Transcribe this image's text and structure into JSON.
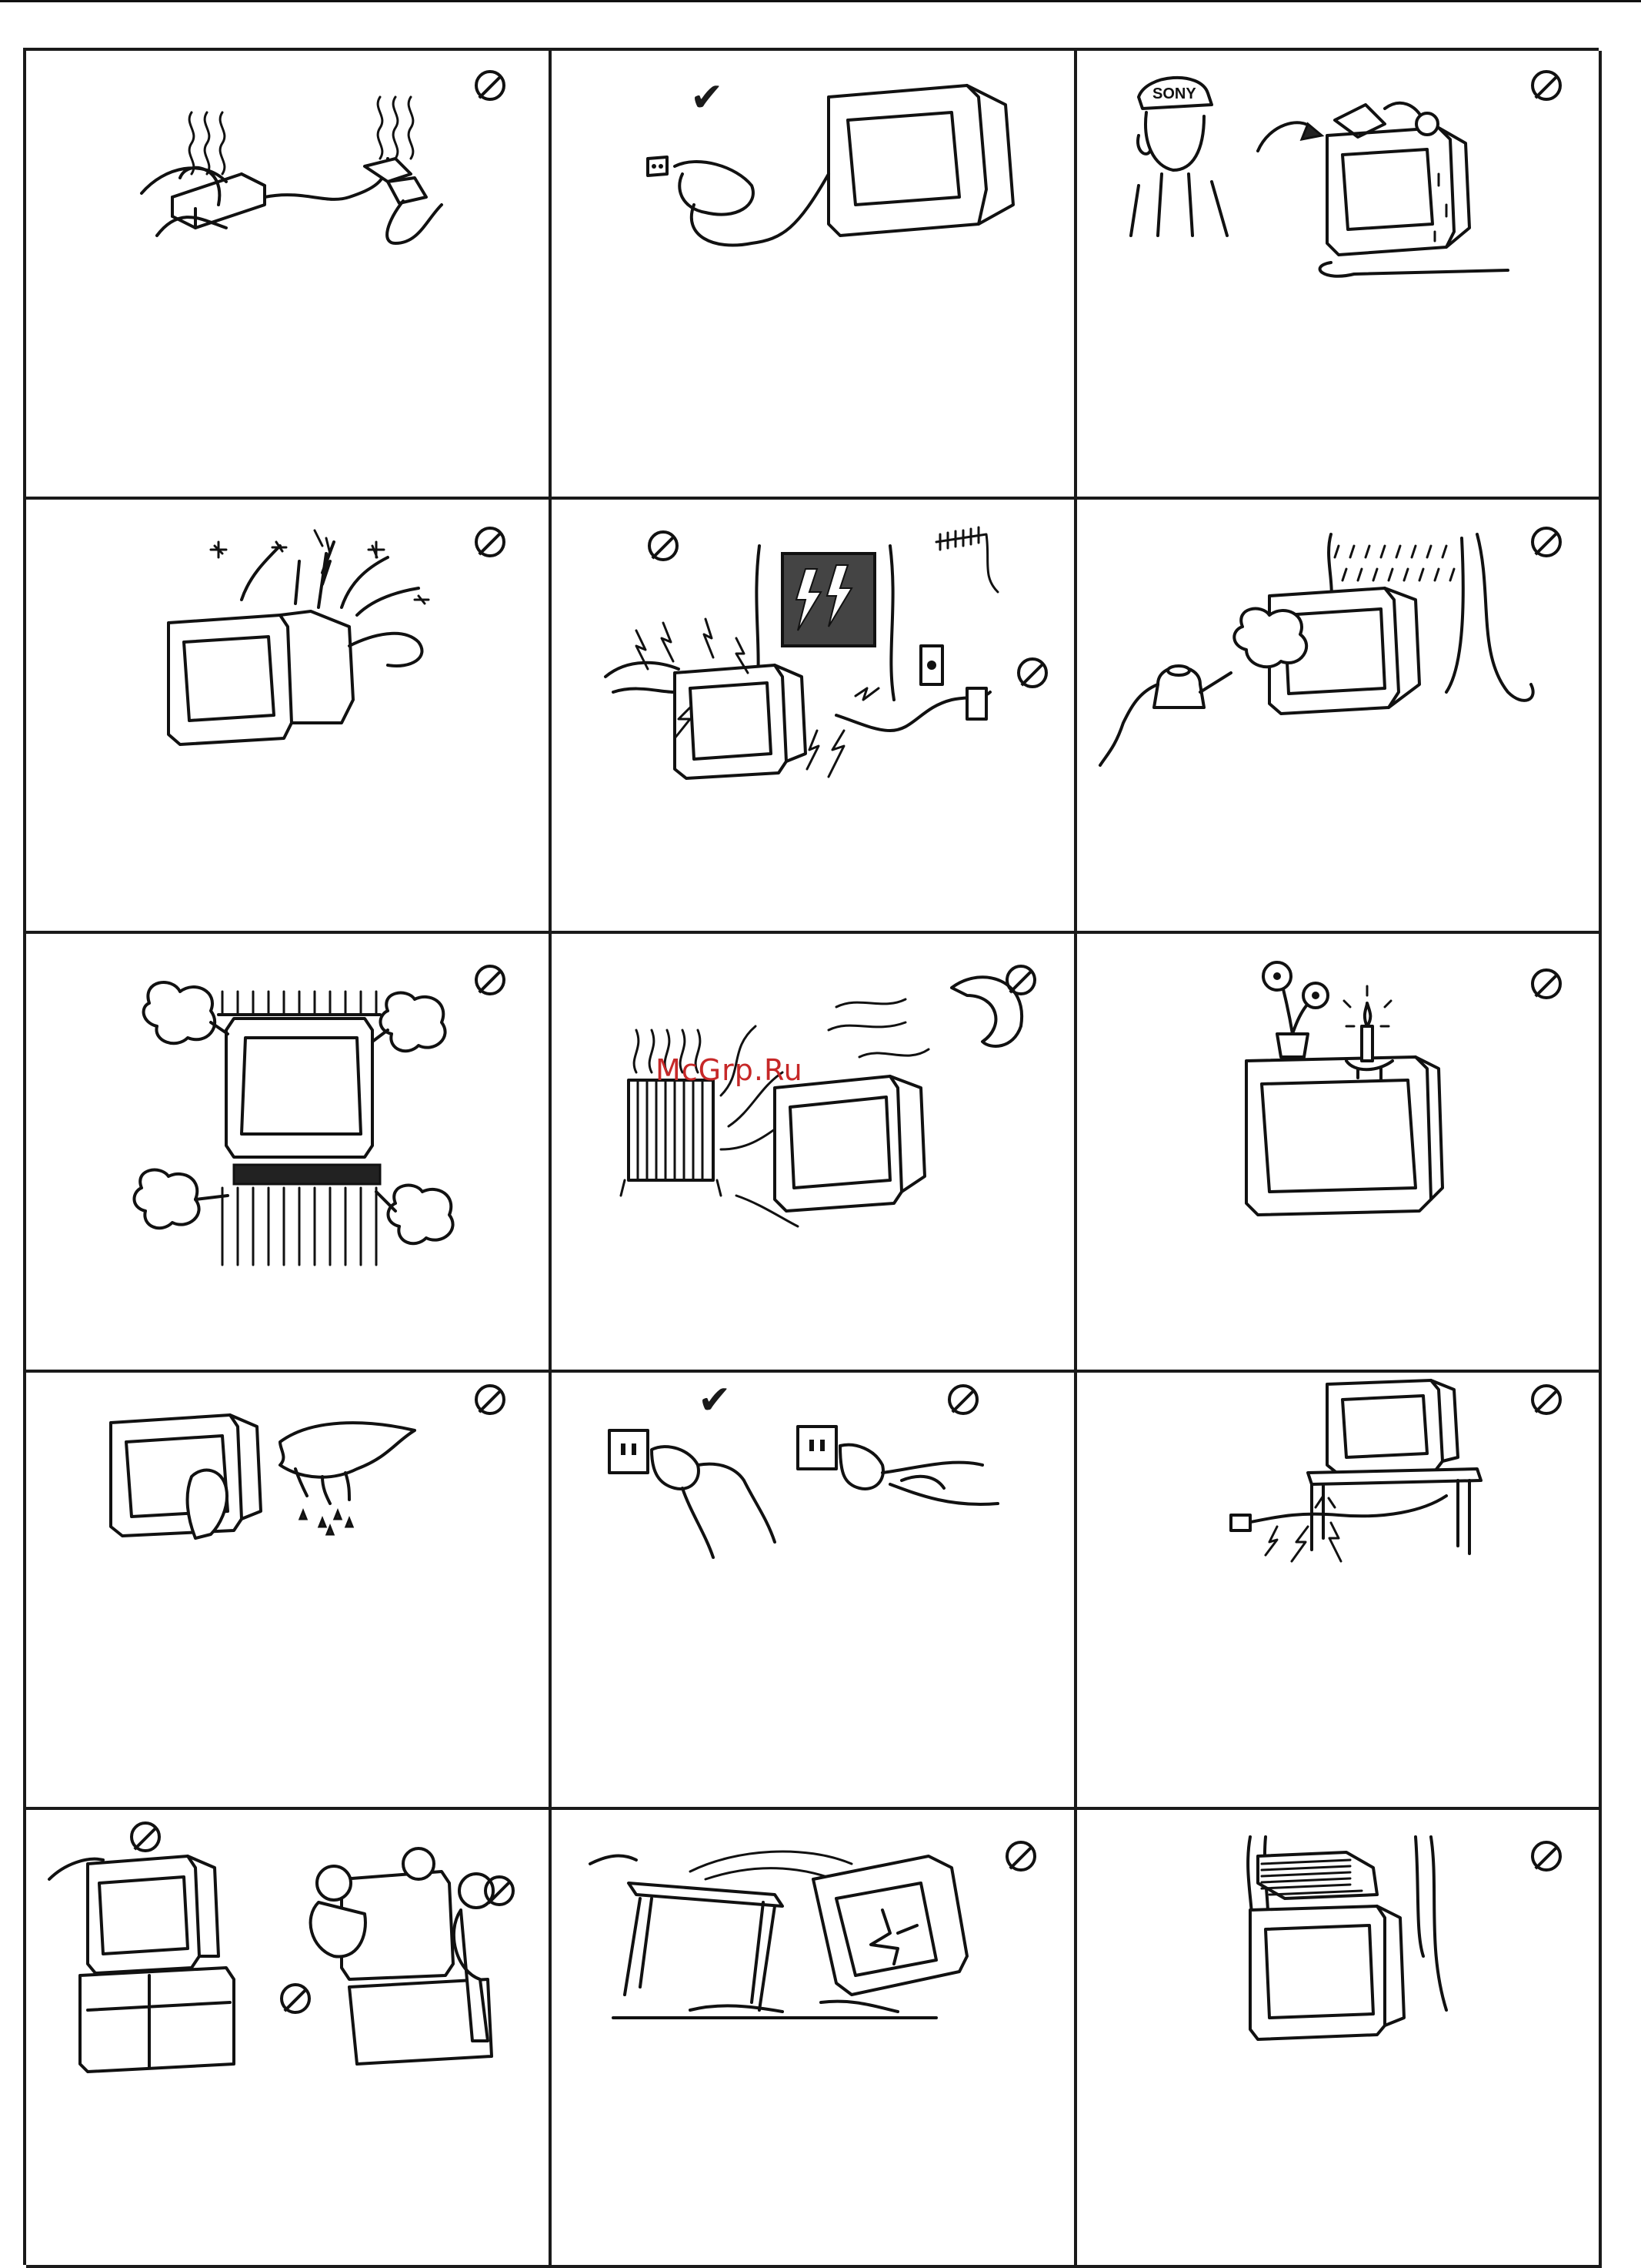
{
  "watermark": "McGrp.Ru",
  "colors": {
    "line": "#111111",
    "watermark": "#c62828",
    "background": "#ffffff"
  },
  "panels": [
    {
      "name": "overloaded-outlets",
      "icons": [
        "power-strip-icon",
        "heat-waves-icon",
        "prohibit-icon"
      ]
    },
    {
      "name": "unplug-by-plug",
      "icons": [
        "checkmark-icon",
        "wall-outlet-icon",
        "tv-icon"
      ]
    },
    {
      "name": "call-sony-service",
      "icons": [
        "service-man-icon",
        "tv-icon",
        "prohibit-icon"
      ],
      "cap_text": "SONY"
    },
    {
      "name": "do-not-open-cabinet",
      "icons": [
        "tv-icon",
        "sparks-icon",
        "prohibit-icon"
      ]
    },
    {
      "name": "lightning-storm",
      "icons": [
        "window-lightning-icon",
        "antenna-icon",
        "prohibit-icon",
        "prohibit-icon"
      ]
    },
    {
      "name": "humidity-steam",
      "icons": [
        "kettle-icon",
        "tv-icon",
        "rain-icon",
        "prohibit-icon"
      ]
    },
    {
      "name": "blocked-ventilation",
      "icons": [
        "tv-icon",
        "curtain-icon",
        "prohibit-icon"
      ]
    },
    {
      "name": "heat-sources",
      "icons": [
        "radiator-icon",
        "sun-icon",
        "tv-icon",
        "prohibit-icon"
      ]
    },
    {
      "name": "objects-on-top",
      "icons": [
        "flower-pot-icon",
        "candle-icon",
        "tv-icon",
        "prohibit-icon"
      ]
    },
    {
      "name": "cleaning-cloth",
      "icons": [
        "tv-icon",
        "wet-cloth-icon",
        "prohibit-icon"
      ]
    },
    {
      "name": "pull-by-plug",
      "icons": [
        "checkmark-icon",
        "plug-icon",
        "prohibit-icon"
      ]
    },
    {
      "name": "cord-damage",
      "icons": [
        "tv-stand-icon",
        "cord-spark-icon",
        "prohibit-icon"
      ]
    },
    {
      "name": "children-climbing",
      "icons": [
        "tv-icon",
        "children-icon",
        "prohibit-icon",
        "prohibit-icon",
        "prohibit-icon"
      ]
    },
    {
      "name": "unstable-table",
      "icons": [
        "table-icon",
        "broken-tv-icon",
        "prohibit-icon"
      ]
    },
    {
      "name": "stack-on-top",
      "icons": [
        "books-icon",
        "tv-icon",
        "prohibit-icon"
      ]
    }
  ]
}
